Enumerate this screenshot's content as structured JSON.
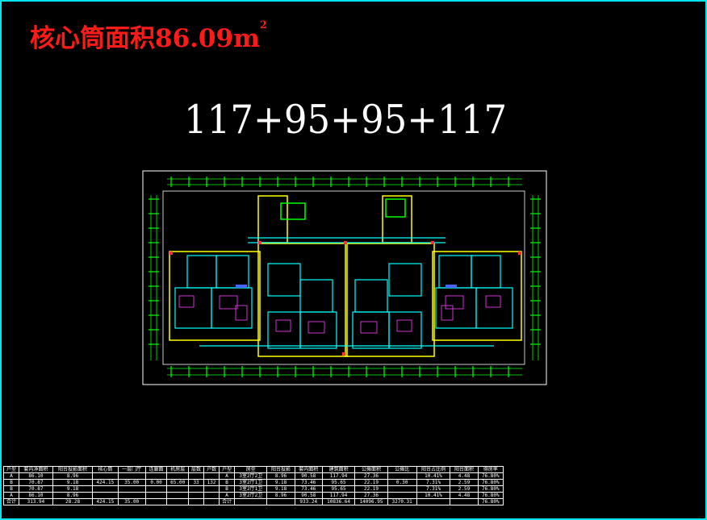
{
  "title": {
    "text": "核心筒面积86.09m",
    "superscript": "2"
  },
  "unit_ratio": "117+95+95+117",
  "colors": {
    "background": "#000000",
    "title": "#ff1a1a",
    "frame": "#00e5ee",
    "walls": "#ffff00",
    "dimensions": "#00ff00",
    "rooms": "#00ffff",
    "furniture": "#ff40ff"
  },
  "table": {
    "rows": [
      [
        "户型",
        "套内净面积",
        "阳台投影面积",
        "核心筒",
        "一层门厅",
        "连廊面",
        "机房层",
        "层数",
        "户数",
        "户型",
        "房型",
        "阳台投影",
        "套内面积",
        "建筑面积",
        "公摊面积",
        "公摊比",
        "阳台占比例",
        "阳台面积",
        "得房率"
      ],
      [
        "A",
        "86.10",
        "8.96",
        "",
        "",
        "",
        "",
        "",
        "",
        "A",
        "3室2厅2卫",
        "8.96",
        "90.58",
        "117.94",
        "27.36",
        "",
        "10.41%",
        "4.48",
        "76.80%"
      ],
      [
        "B",
        "70.87",
        "9.18",
        "",
        "",
        "",
        "",
        "",
        "",
        "B",
        "3室2厅1卫",
        "9.18",
        "73.46",
        "95.65",
        "22.19",
        "",
        "7.31%",
        "2.59",
        "76.80%"
      ],
      [
        "B",
        "70.87",
        "9.18",
        "",
        "",
        "",
        "",
        "",
        "",
        "B",
        "3室2厅1卫",
        "9.18",
        "73.46",
        "95.65",
        "22.19",
        "",
        "7.31%",
        "2.59",
        "76.80%"
      ],
      [
        "A",
        "86.10",
        "8.96",
        "",
        "",
        "",
        "",
        "",
        "",
        "A",
        "3室2厅2卫",
        "8.96",
        "90.58",
        "117.94",
        "27.36",
        "",
        "10.41%",
        "4.48",
        "76.80%"
      ],
      [
        "合计",
        "313.94",
        "28.28",
        "424.15",
        "35.00",
        "",
        "",
        "",
        "",
        "合计",
        "",
        "",
        "933.24",
        "10836.64",
        "14096.95",
        "3270.31",
        "",
        "",
        "76.80%"
      ]
    ],
    "merged": {
      "core": "424.15",
      "lobby": "35.00",
      "corridor": "0.00",
      "machine": "65.00",
      "floors": "33",
      "units": "132",
      "share": "0.30"
    }
  }
}
